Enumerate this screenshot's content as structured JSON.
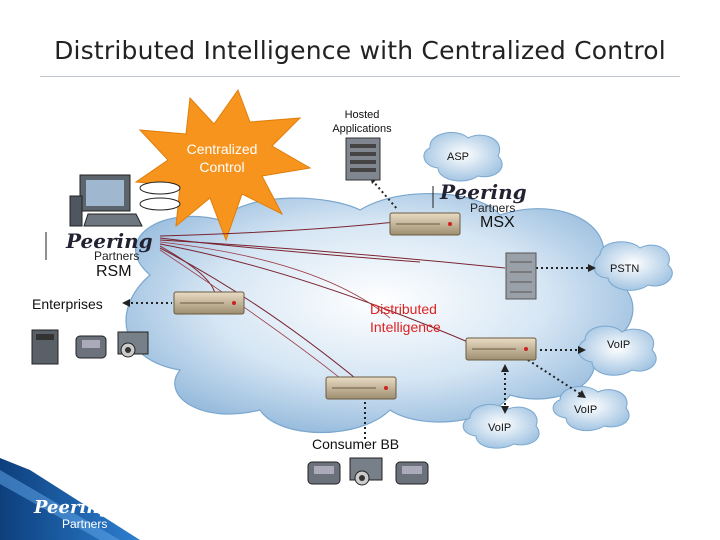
{
  "title": "Distributed Intelligence with Centralized Control",
  "labels": {
    "hosted": [
      "Hosted",
      "Applications"
    ],
    "asp": "ASP",
    "centralized": [
      "Centralized",
      "Control"
    ],
    "peering_word": "Peering",
    "partners_word": "Partners",
    "msx": "MSX",
    "rsm": "RSM",
    "pstn": "PSTN",
    "enterprises": "Enterprises",
    "distributed": [
      "Distributed",
      "Intelligence"
    ],
    "voip": "VoIP",
    "consumer": "Consumer BB"
  },
  "colors": {
    "cloud": "#bcd6ec",
    "burst": "#f7941d",
    "accent_red": "#dd2222",
    "bottom_bar": "#1d5fa8"
  },
  "icons": [
    "workstation-icon",
    "server-icon",
    "router-icon",
    "phone-icon",
    "webcam-icon",
    "pbx-icon",
    "rack-icon"
  ]
}
